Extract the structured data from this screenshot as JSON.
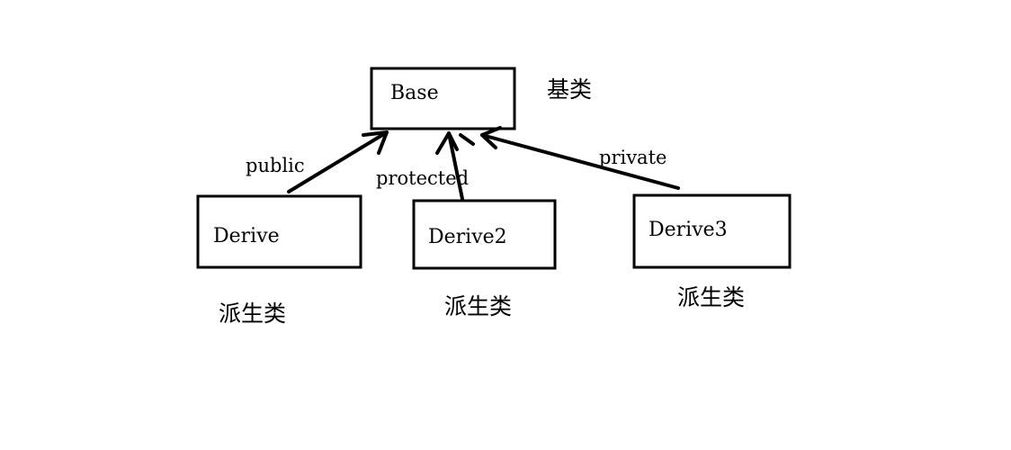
{
  "diagram": {
    "base": {
      "label": "Base",
      "caption": "基类"
    },
    "derived": [
      {
        "label": "Derive",
        "caption": "派生类",
        "edge_label": "public"
      },
      {
        "label": "Derive2",
        "caption": "派生类",
        "edge_label": "protected"
      },
      {
        "label": "Derive3",
        "caption": "派生类",
        "edge_label": "private"
      }
    ],
    "edges": [
      {
        "from": "Derive",
        "to": "Base",
        "label": "public"
      },
      {
        "from": "Derive2",
        "to": "Base",
        "label": "protected"
      },
      {
        "from": "Derive3",
        "to": "Base",
        "label": "private"
      }
    ],
    "colors": {
      "stroke": "#000000",
      "background": "#ffffff"
    }
  }
}
